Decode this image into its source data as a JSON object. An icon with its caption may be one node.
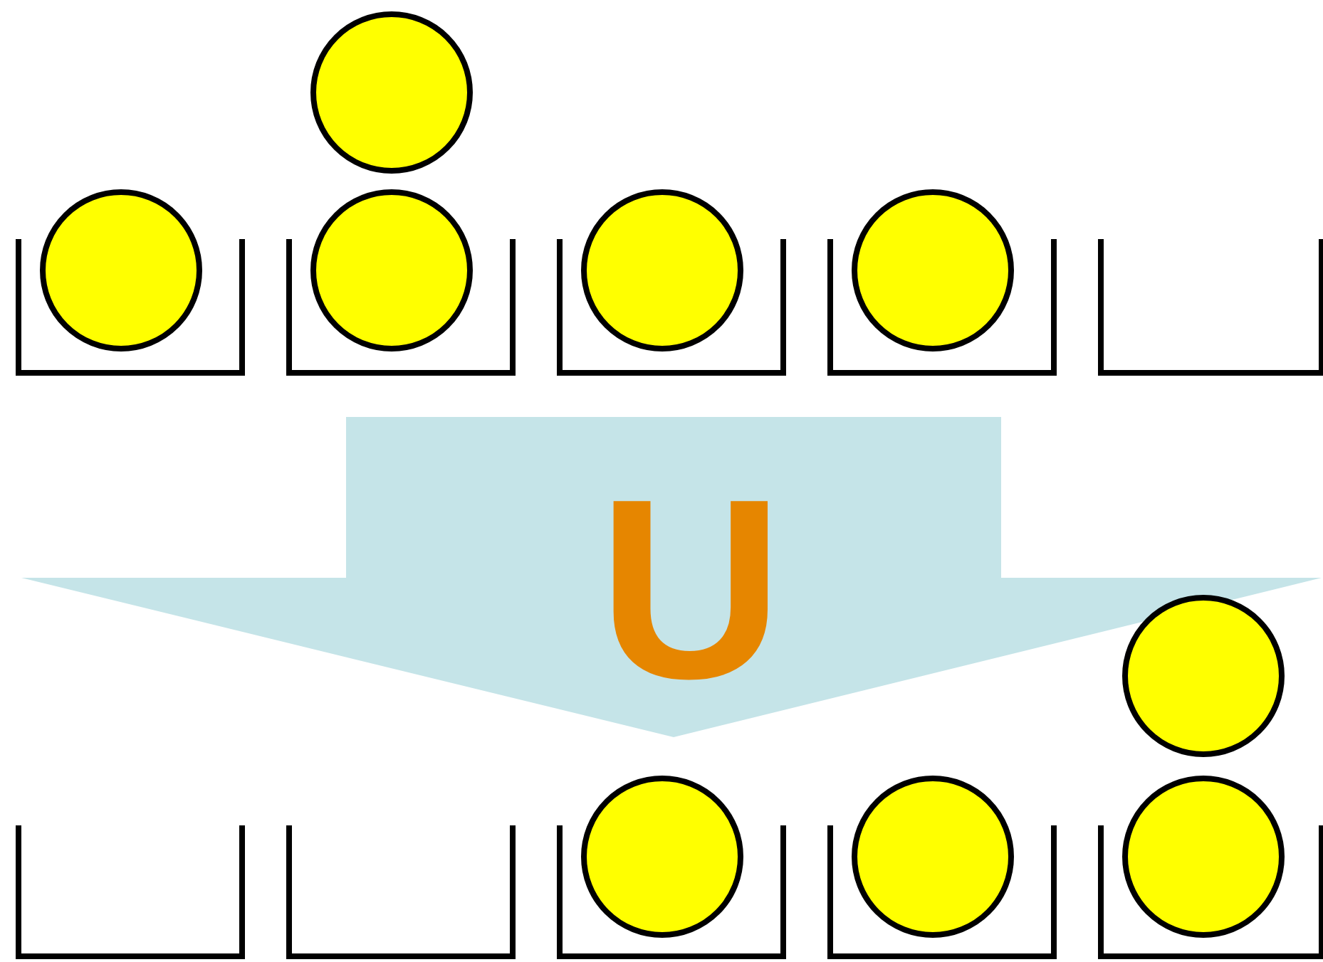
{
  "diagram": {
    "nodes": [
      {
        "text": [],
        "shape": "group"
      },
      {
        "text": [],
        "shape": "circle",
        "in": 0
      },
      {
        "text": [],
        "shape": "box",
        "in": 0
      },
      {
        "text": [],
        "shape": "circle",
        "in": 0
      },
      {
        "text": [],
        "shape": "box",
        "in": 0
      },
      {
        "text": [],
        "shape": "circle",
        "in": 0
      },
      {
        "text": [],
        "shape": "box",
        "in": 0
      },
      {
        "text": [],
        "shape": "circle",
        "in": 0
      },
      {
        "text": [],
        "shape": "box",
        "in": 0
      },
      {
        "text": [],
        "shape": "circle",
        "in": 0
      },
      {
        "text": [],
        "shape": "box",
        "in": 0
      },
      {
        "text": [],
        "shape": "group"
      },
      {
        "text": [],
        "shape": "circle",
        "in": 11
      },
      {
        "text": [],
        "shape": "box",
        "in": 11
      },
      {
        "text": [],
        "shape": "box",
        "in": 11
      },
      {
        "text": [],
        "shape": "box",
        "in": 11
      },
      {
        "text": [],
        "shape": "circle",
        "in": 11
      },
      {
        "text": [],
        "shape": "box",
        "in": 11
      },
      {
        "text": [],
        "shape": "circle",
        "in": 11
      },
      {
        "text": [],
        "shape": "box",
        "in": 11
      },
      {
        "text": [],
        "shape": "circle",
        "in": 11
      }
    ],
    "edges": [
      {
        "from": 0,
        "to": 11,
        "arrow": "to",
        "label": "U",
        "style": "thick"
      }
    ]
  }
}
